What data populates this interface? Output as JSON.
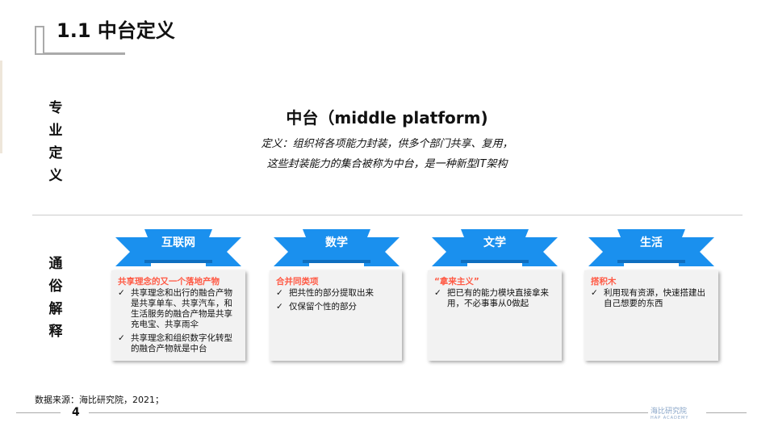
{
  "title": "1.1 中台定义",
  "professional_label": [
    "专",
    "业",
    "定",
    "义"
  ],
  "popular_label": [
    "通",
    "俗",
    "解",
    "释"
  ],
  "heading": "中台（middle platform)",
  "definition": [
    "定义：组织将各项能力封装，供多个部门共享、复用，",
    "这些封装能力的集合被称为中台，是一种新型IT架构"
  ],
  "colors": {
    "ribbon": "#1a90ee",
    "card_title": "#ff5a45",
    "card_bg": "#f2f2f2"
  },
  "cards": [
    {
      "ribbon": "互联网",
      "title": "共享理念的又一个落地产物",
      "items": [
        "共享理念和出行的融合产物是共享单车、共享汽车，和生活服务的融合产物是共享充电宝、共享雨伞",
        "共享理念和组织数字化转型的融合产物就是中台"
      ]
    },
    {
      "ribbon": "数学",
      "title": "合并同类项",
      "items": [
        "把共性的部分提取出来",
        "仅保留个性的部分"
      ]
    },
    {
      "ribbon": "文学",
      "title": "“拿来主义”",
      "items": [
        "把已有的能力模块直接拿来用，不必事事从0做起"
      ]
    },
    {
      "ribbon": "生活",
      "title": "搭积木",
      "items": [
        "利用现有资源，快速搭建出自己想要的东西"
      ]
    }
  ],
  "check": "✓",
  "footer": {
    "source": "数据来源：海比研究院，2021；",
    "page": "4",
    "logo": "海比研究院",
    "logo_sub": "HAP ACADEMY"
  }
}
